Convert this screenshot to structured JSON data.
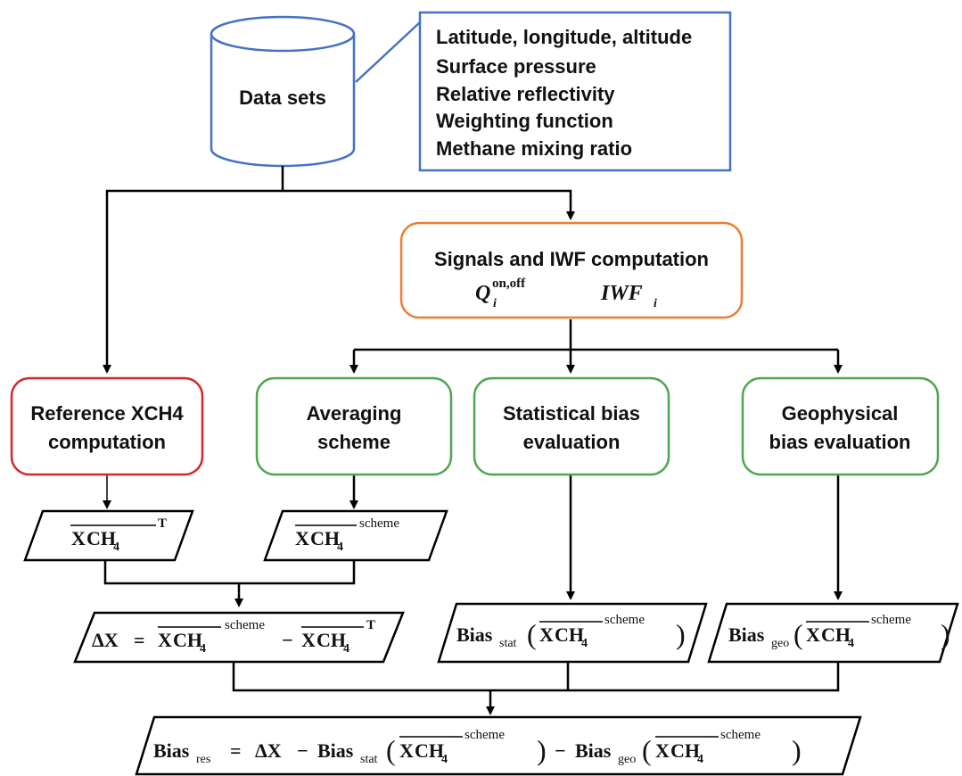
{
  "datasets": {
    "cylinder_label": "Data sets",
    "items": [
      "Latitude, longitude, altitude",
      "Surface pressure",
      "Relative reflectivity",
      "Weighting function",
      "Methane mixing ratio"
    ]
  },
  "signals": {
    "title": "Signals and IWF computation",
    "q_base": "Q",
    "q_sub": "i",
    "q_sup": "on,off",
    "iwf_base": "IWF",
    "iwf_sub": "i"
  },
  "boxes": {
    "reference": [
      "Reference XCH4",
      "computation"
    ],
    "averaging": [
      "Averaging",
      "scheme"
    ],
    "statistical": [
      "Statistical bias",
      "evaluation"
    ],
    "geophysical": [
      "Geophysical",
      "bias evaluation"
    ]
  },
  "math": {
    "x": "X",
    "ch": "CH",
    "four": "4",
    "sup_t": "T",
    "sup_scheme": "scheme",
    "bias": "Bias",
    "stat": "stat",
    "geo": "geo",
    "res": "res",
    "delta_x": "ΔX",
    "eq": "=",
    "minus": "−",
    "lparen": "(",
    "rparen": ")"
  },
  "colors": {
    "blue": "#4472c4",
    "orange": "#ed7d31",
    "red": "#d62728",
    "green": "#4ea64e",
    "line": "#000000"
  }
}
